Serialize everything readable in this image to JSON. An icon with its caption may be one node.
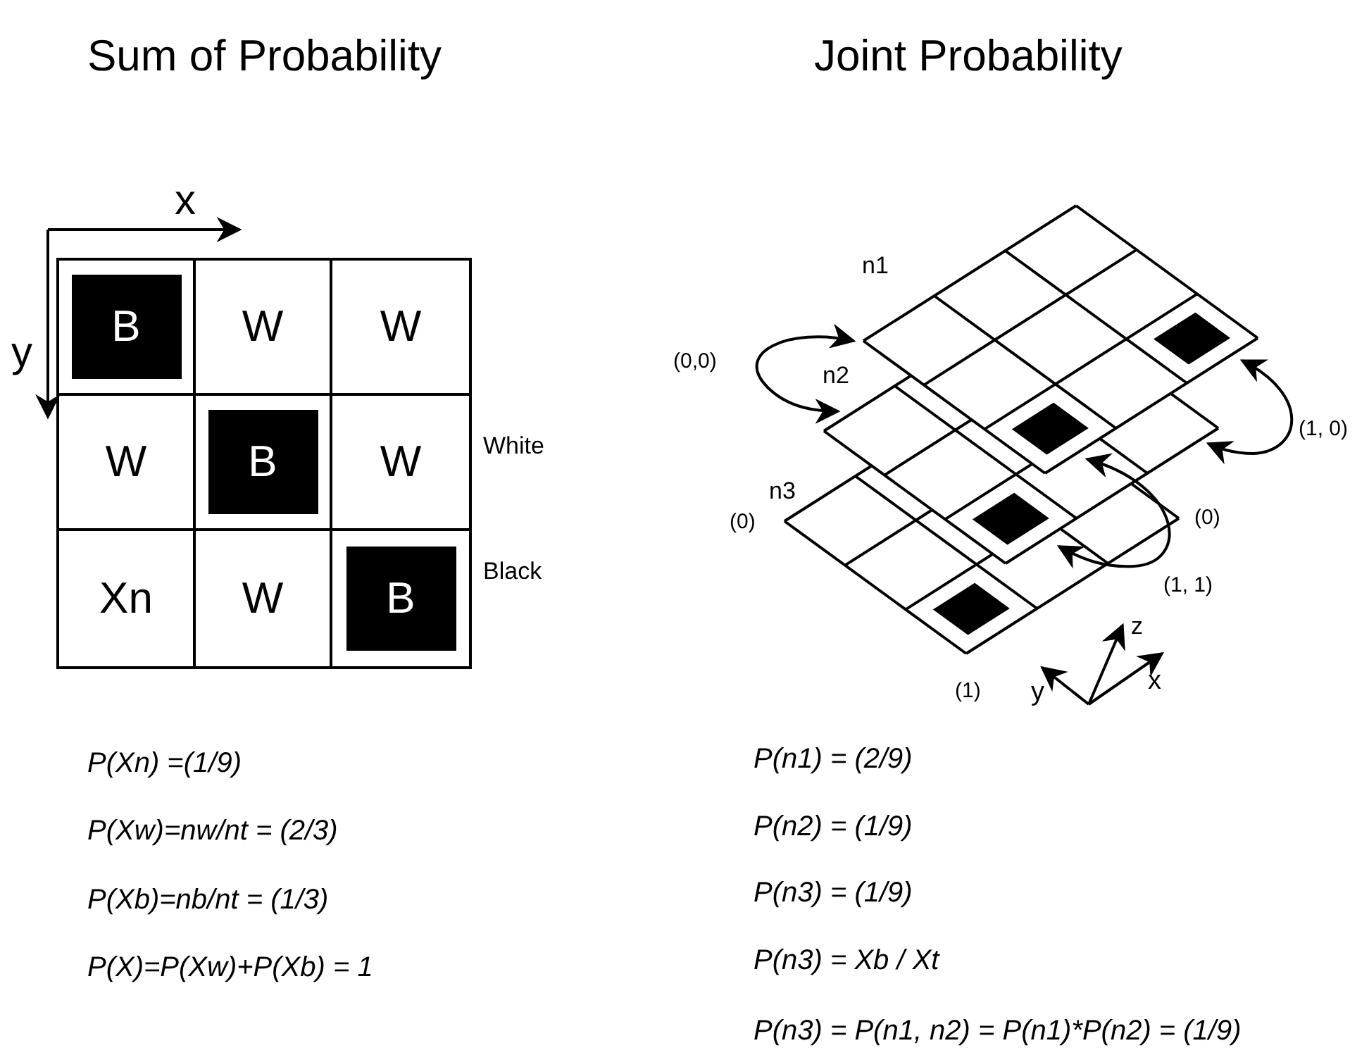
{
  "diagram": {
    "labels": [
      "Sum of Probability",
      "Joint Probability",
      "x",
      "y",
      "B",
      "W",
      "W",
      "W",
      "B",
      "W",
      "Xn",
      "W",
      "B",
      "White",
      "Black",
      "n1",
      "(0,0)",
      "n2",
      "(1, 0)",
      "n3",
      "(0)",
      "(0)",
      "(1, 1)",
      "z",
      "(1)",
      "y",
      "x",
      "P(Xn) =(1/9)",
      "P(Xw)=nw/nt = (2/3)",
      "P(Xb)=nb/nt = (1/3)",
      "P(X)=P(Xw)+P(Xb) = 1",
      "P(n1) = (2/9)",
      "P(n2) = (1/9)",
      "P(n3) = (1/9)",
      "P(n3) = Xb / Xt",
      "P(n3) = P(n1, n2) = P(n1)*P(n2) = (1/9)"
    ]
  }
}
